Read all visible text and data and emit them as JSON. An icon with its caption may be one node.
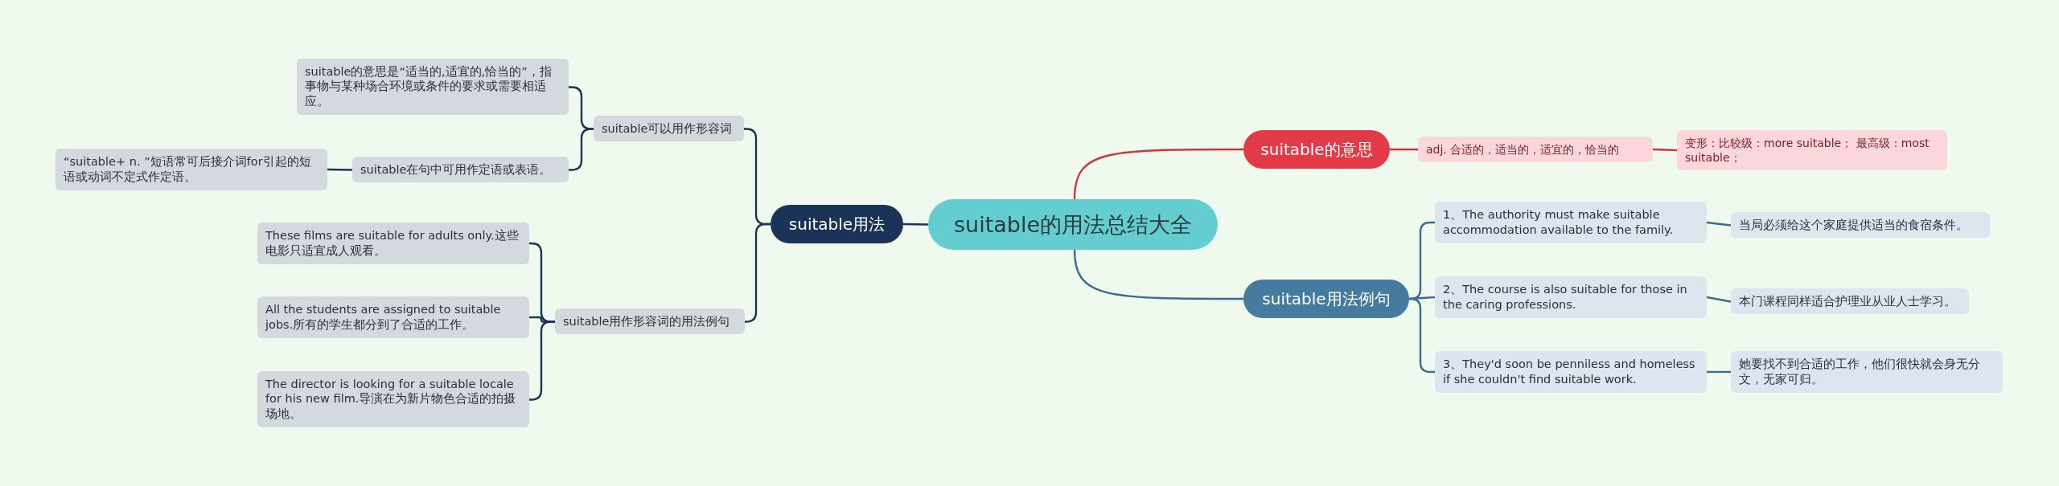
{
  "diagram": {
    "nodes": [
      {
        "text": [
          "suitable的用法总结大全"
        ]
      },
      {
        "text": [
          "suitable的意思"
        ]
      },
      {
        "text": [
          "adj. 合适的，适当的，适宜的，恰当的"
        ]
      },
      {
        "text": [
          "变形：比较级：more suitable； 最高级：most suitable；"
        ]
      },
      {
        "text": [
          "suitable用法例句"
        ]
      },
      {
        "text": [
          "1、The authority must make suitable accommodation available to the family."
        ]
      },
      {
        "text": [
          "当局必须给这个家庭提供适当的食宿条件。"
        ]
      },
      {
        "text": [
          "2、The course is also suitable for those in the caring professions."
        ]
      },
      {
        "text": [
          "本门课程同样适合护理业从业人士学习。"
        ]
      },
      {
        "text": [
          "3、They'd soon be penniless and homeless if she couldn't find suitable work."
        ]
      },
      {
        "text": [
          "她要找不到合适的工作，他们很快就会身无分文，无家可归。"
        ]
      },
      {
        "text": [
          "suitable用法"
        ]
      },
      {
        "text": [
          "suitable可以用作形容词"
        ]
      },
      {
        "text": [
          "suitable的意思是“适当的,适宜的,恰当的”，指事物与某种场合环境或条件的要求或需要相适应。"
        ]
      },
      {
        "text": [
          "suitable在句中可用作定语或表语。"
        ]
      },
      {
        "text": [
          "“suitable+ n. ”短语常可后接介词for引起的短语或动词不定式作定语。"
        ]
      },
      {
        "text": [
          "suitable用作形容词的用法例句"
        ]
      },
      {
        "text": [
          "These films are suitable for adults only.这些电影只适宜成人观看。"
        ]
      },
      {
        "text": [
          "All the students are assigned to suitable jobs.所有的学生都分到了合适的工作。"
        ]
      },
      {
        "text": [
          "The director is looking for a suitable locale for his new film.导演在为新片物色合适的拍摄场地。"
        ]
      }
    ],
    "edges": [
      {
        "from": 0,
        "to": 1,
        "arrow": "none",
        "color": "#d0343f"
      },
      {
        "from": 1,
        "to": 2,
        "arrow": "none",
        "color": "#d0343f"
      },
      {
        "from": 2,
        "to": 3,
        "arrow": "none",
        "color": "#d0343f"
      },
      {
        "from": 0,
        "to": 4,
        "arrow": "none",
        "color": "#3b6b8f"
      },
      {
        "from": 4,
        "to": 5,
        "arrow": "none",
        "color": "#3b6b8f"
      },
      {
        "from": 5,
        "to": 6,
        "arrow": "none",
        "color": "#3b6b8f"
      },
      {
        "from": 4,
        "to": 7,
        "arrow": "none",
        "color": "#3b6b8f"
      },
      {
        "from": 7,
        "to": 8,
        "arrow": "none",
        "color": "#3b6b8f"
      },
      {
        "from": 4,
        "to": 9,
        "arrow": "none",
        "color": "#3b6b8f"
      },
      {
        "from": 9,
        "to": 10,
        "arrow": "none",
        "color": "#3b6b8f"
      },
      {
        "from": 0,
        "to": 11,
        "arrow": "none"
      },
      {
        "from": 11,
        "to": 12,
        "arrow": "none"
      },
      {
        "from": 12,
        "to": 13,
        "arrow": "none"
      },
      {
        "from": 12,
        "to": 14,
        "arrow": "none"
      },
      {
        "from": 14,
        "to": 15,
        "arrow": "none"
      },
      {
        "from": 11,
        "to": 16,
        "arrow": "none"
      },
      {
        "from": 16,
        "to": 17,
        "arrow": "none"
      },
      {
        "from": 16,
        "to": 18,
        "arrow": "none"
      },
      {
        "from": 16,
        "to": 19,
        "arrow": "none"
      }
    ]
  }
}
